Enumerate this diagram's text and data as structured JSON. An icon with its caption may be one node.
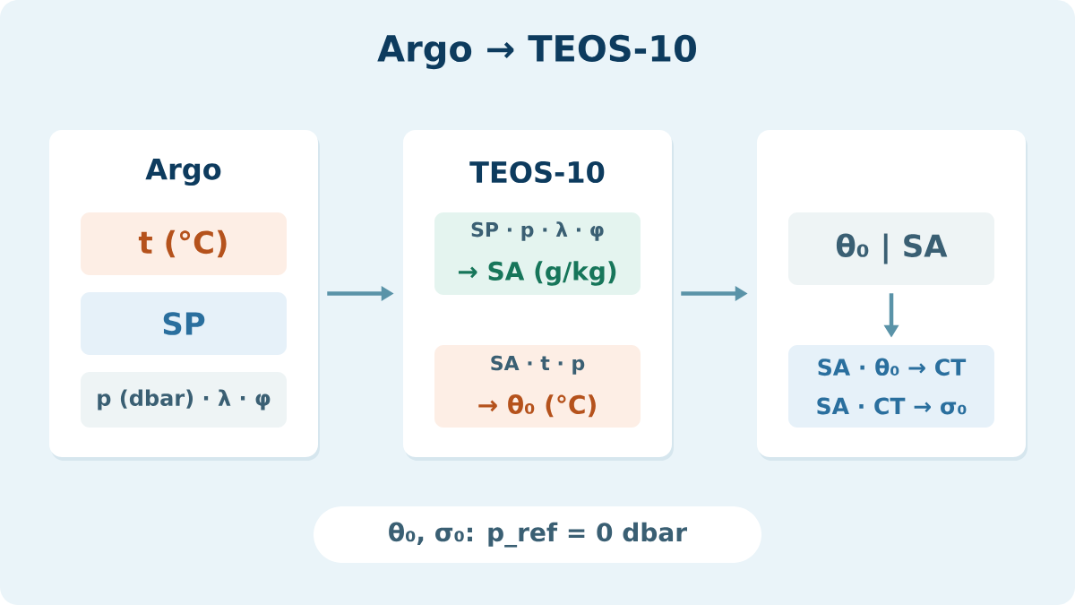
{
  "diagram": {
    "title": "Argo → TEOS-10",
    "nodes": [
      {
        "text": [
          "Argo"
        ]
      },
      {
        "text": [
          "t (°C)"
        ],
        "in": 0
      },
      {
        "text": [
          "SP"
        ],
        "in": 0
      },
      {
        "text": [
          "p (dbar) · λ · φ"
        ],
        "in": 0
      },
      {
        "text": [
          "TEOS-10"
        ]
      },
      {
        "text": [
          "SP · p · λ · φ",
          "→ SA (g/kg)"
        ],
        "in": 4
      },
      {
        "text": [
          "SA · t · p",
          "→ θ₀ (°C)"
        ],
        "in": 4
      },
      {
        "text": [],
        "shape": "box"
      },
      {
        "text": [
          "θ₀ | SA"
        ],
        "in": 7
      },
      {
        "text": [
          "SA · θ₀ → CT SA · CT → σ₀"
        ],
        "in": 7
      },
      {
        "text": [
          "θ₀, σ₀: p_ref = 0 dbar"
        ]
      }
    ],
    "edges": [
      {
        "from": 0,
        "to": 4,
        "arrow": "to"
      },
      {
        "from": 4,
        "to": 7,
        "arrow": "to"
      },
      {
        "from": 8,
        "to": 9,
        "arrow": "to"
      }
    ]
  }
}
